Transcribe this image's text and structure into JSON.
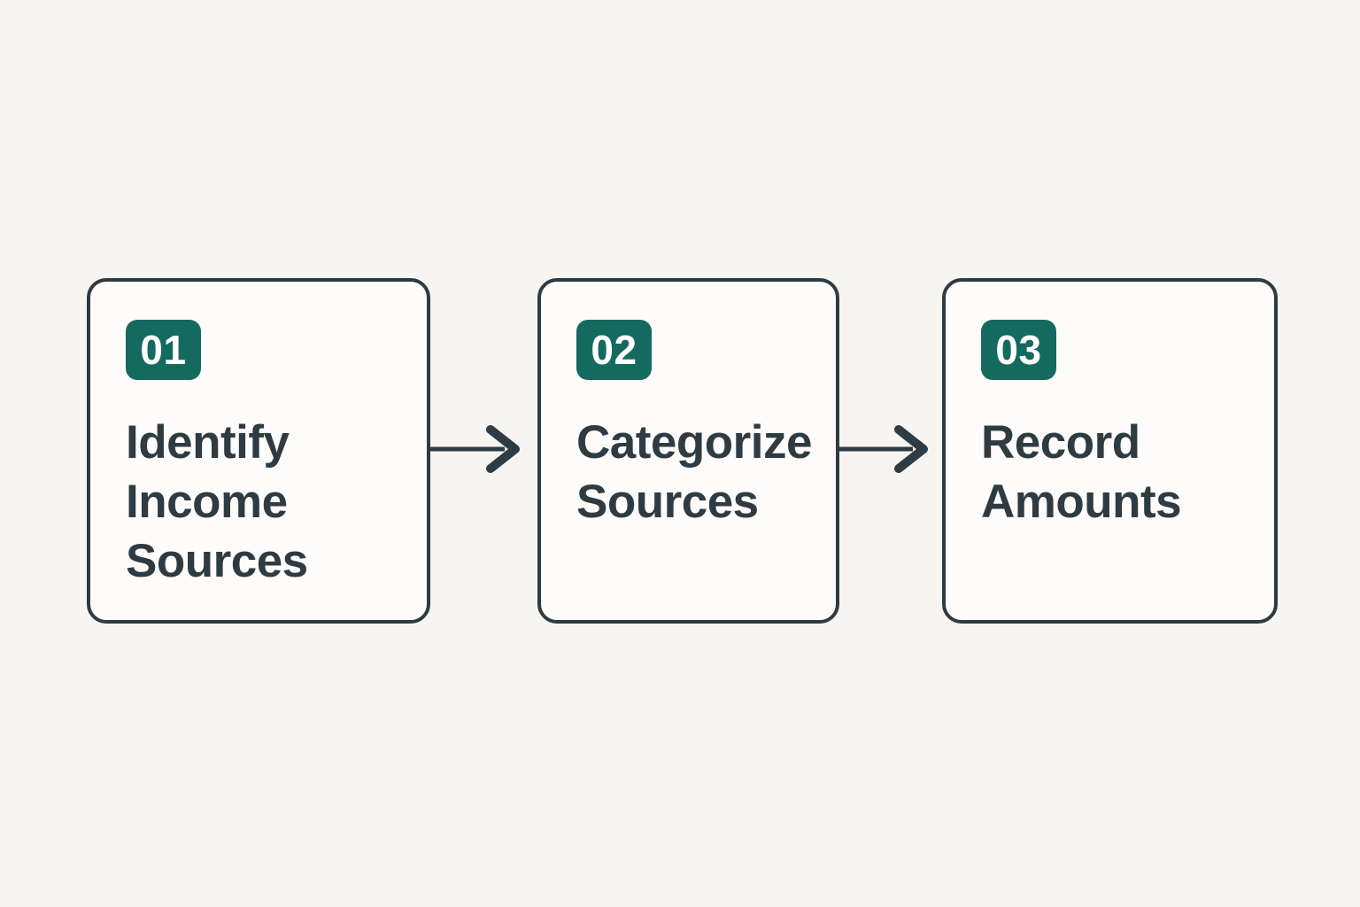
{
  "diagram": {
    "type": "process-flow",
    "direction": "horizontal",
    "steps": [
      {
        "number": "01",
        "title": "Identify\nIncome\nSources"
      },
      {
        "number": "02",
        "title": "Categorize\nSources"
      },
      {
        "number": "03",
        "title": "Record\nAmounts"
      }
    ],
    "connectors": [
      {
        "from": "01",
        "to": "02",
        "icon": "arrow-right"
      },
      {
        "from": "02",
        "to": "03",
        "icon": "arrow-right"
      }
    ],
    "colors": {
      "background": "#f7f5f1",
      "card_fill": "#fdfcfa",
      "outline": "#2f3b42",
      "title_text": "#2f3b42",
      "badge_fill": "#156a60",
      "badge_text": "#ffffff"
    }
  }
}
